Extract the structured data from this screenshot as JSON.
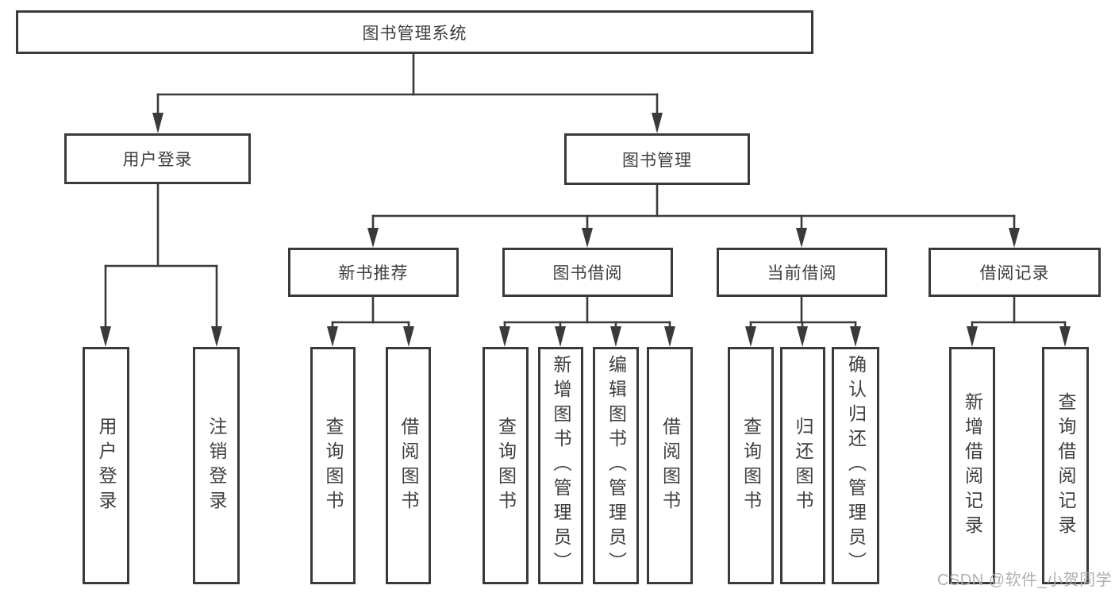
{
  "diagram": {
    "root": {
      "label": "图书管理系统"
    },
    "level2": {
      "user_login": {
        "label": "用户登录"
      },
      "book_management": {
        "label": "图书管理"
      }
    },
    "level3": {
      "new_book_recommend": {
        "label": "新书推荐"
      },
      "book_borrow": {
        "label": "图书借阅"
      },
      "current_borrow": {
        "label": "当前借阅"
      },
      "borrow_records": {
        "label": "借阅记录"
      }
    },
    "leaves": {
      "user_login": {
        "login": "用户登录",
        "logout": "注销登录"
      },
      "new_book_recommend": {
        "query_books": "查询图书",
        "borrow_books": "借阅图书"
      },
      "book_borrow": {
        "query_books": "查询图书",
        "add_books_admin": "新增图书（管理员）",
        "edit_books_admin": "编辑图书（管理员）",
        "borrow_books": "借阅图书"
      },
      "current_borrow": {
        "query_books": "查询图书",
        "return_books": "归还图书",
        "confirm_return_admin": "确认归还（管理员）"
      },
      "borrow_records": {
        "add_record": "新增借阅记录",
        "query_record": "查询借阅记录"
      }
    },
    "watermark": "CSDN @软件_小贺同学",
    "colors": {
      "line": "#3a3a3a",
      "text": "#3e3e3e",
      "background": "#ffffff",
      "watermark": "#b0b0b0"
    }
  }
}
